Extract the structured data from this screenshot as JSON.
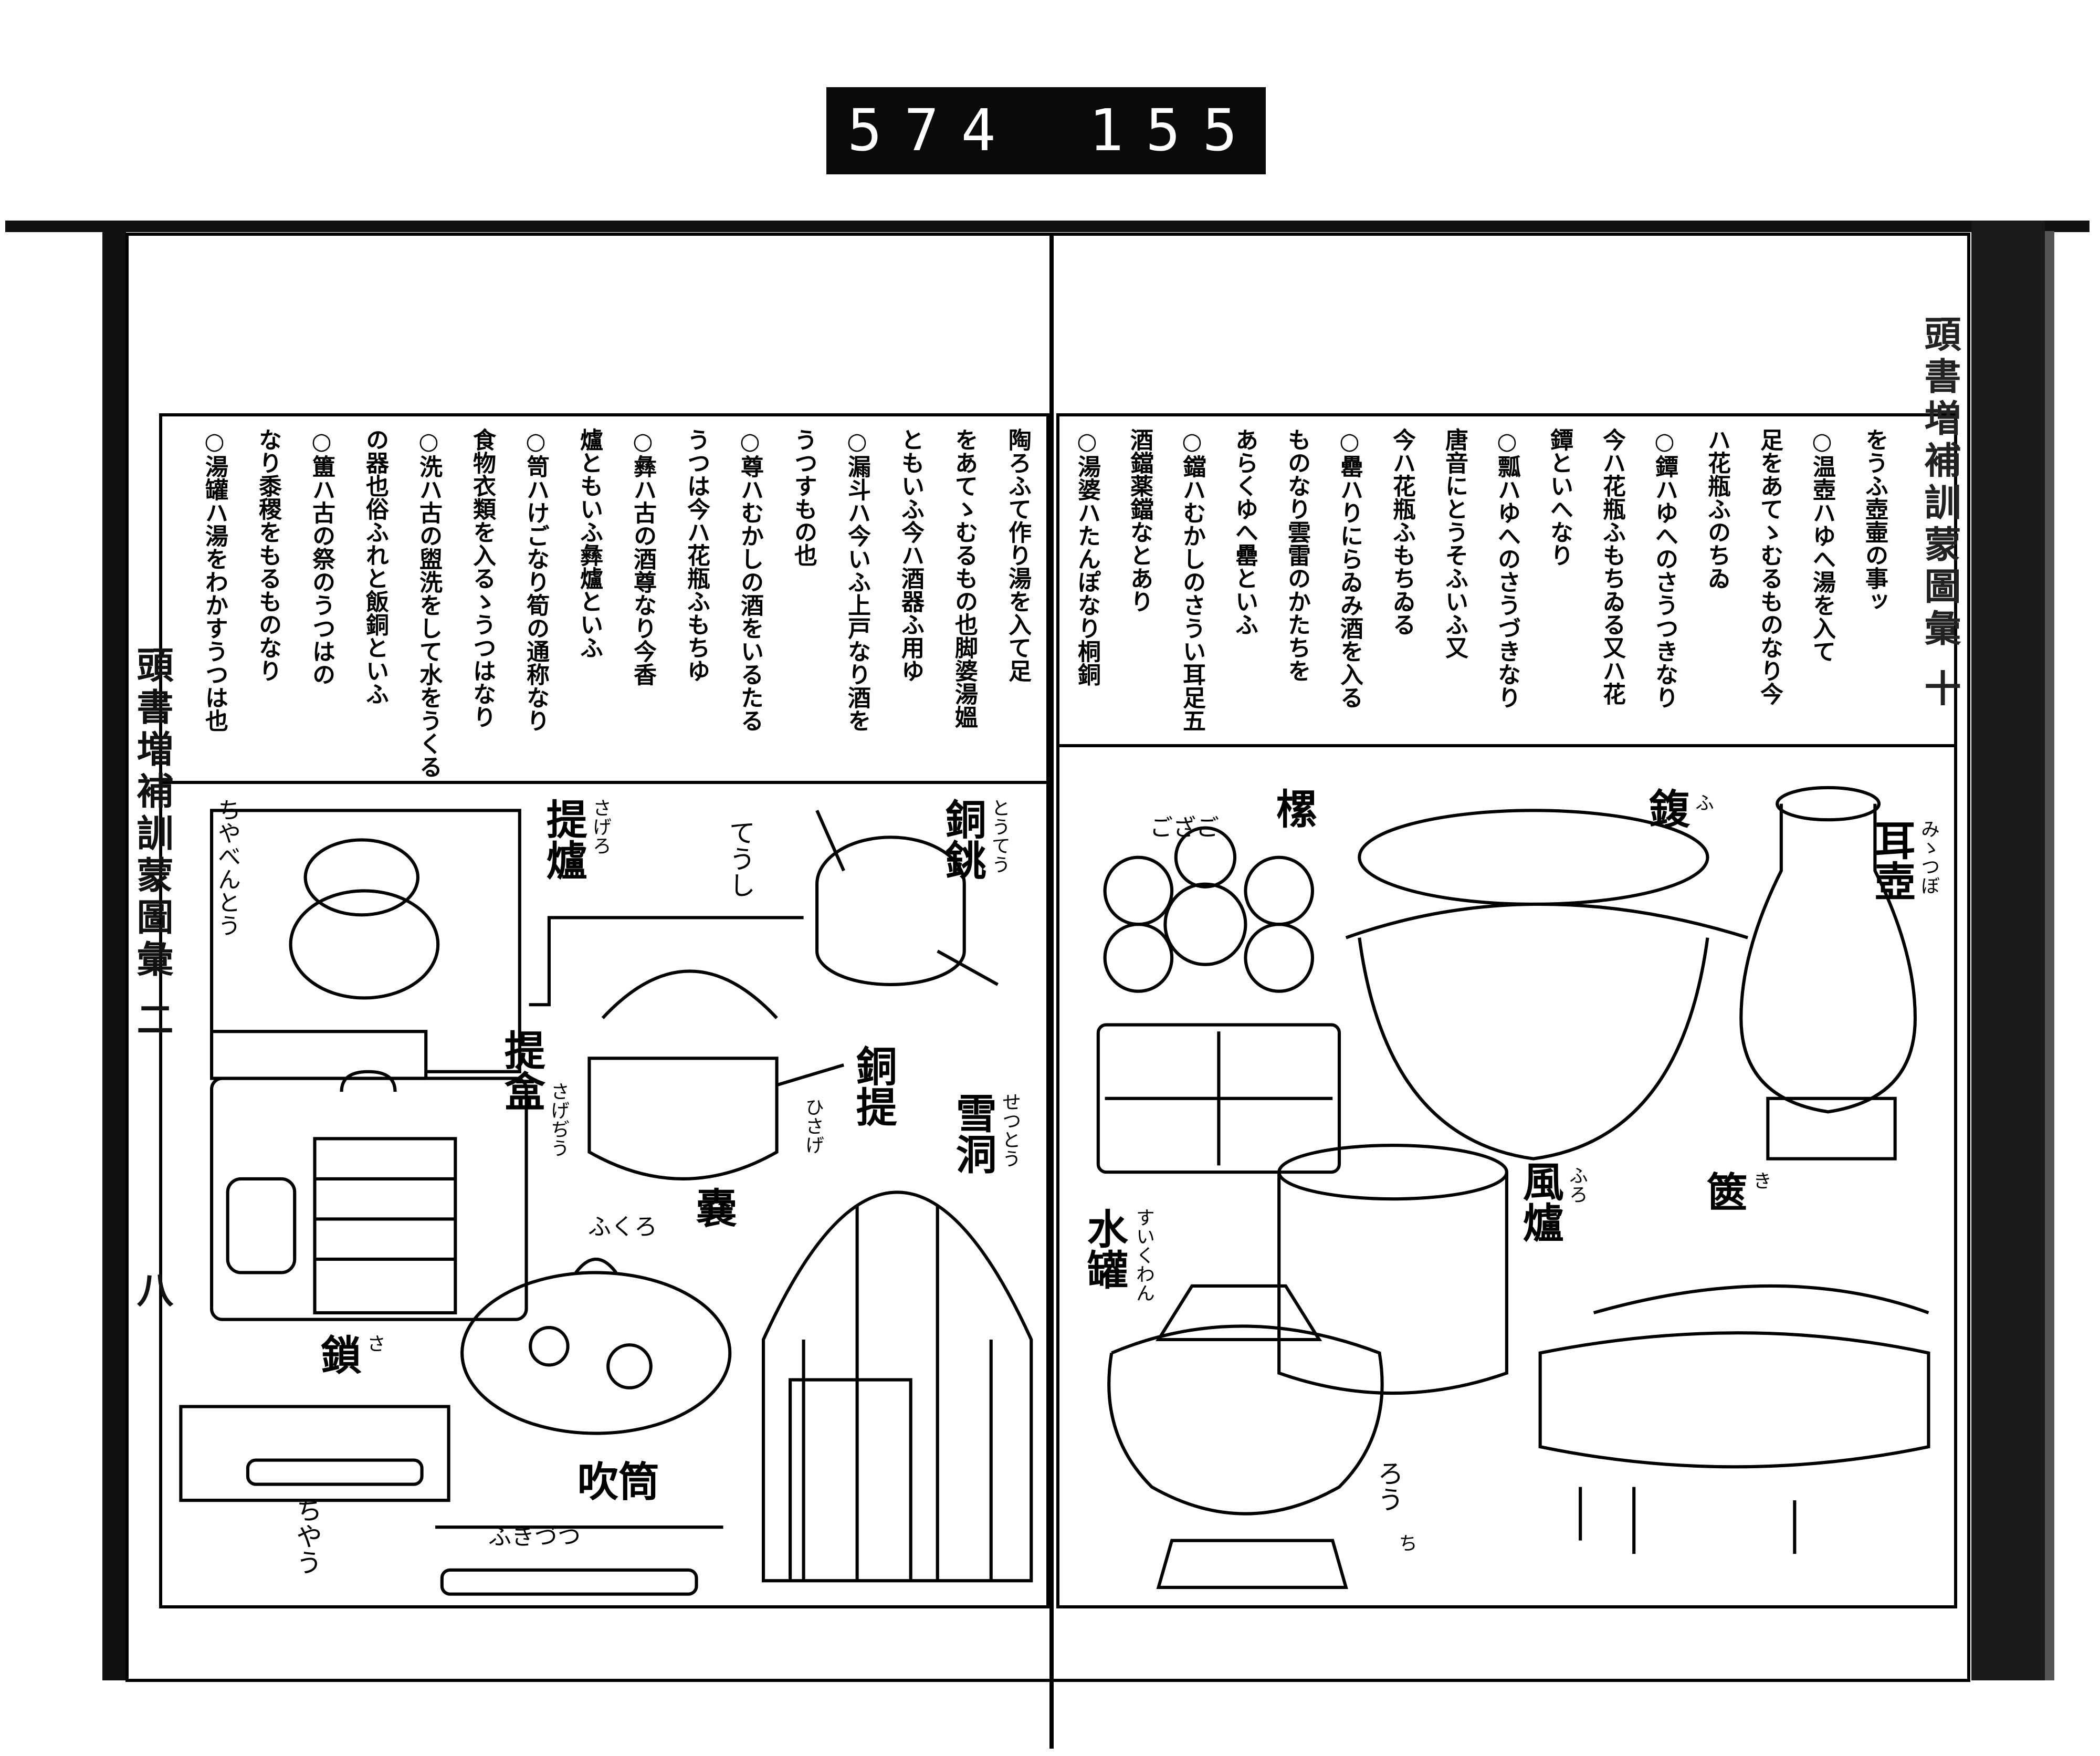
{
  "plate": {
    "left_number": "574",
    "right_number": "155."
  },
  "side_titles": {
    "left": "頭書増補訓蒙圖彙 二",
    "right": "頭書増補訓蒙圖彙 十",
    "page_mark": "八"
  },
  "right_page": {
    "columns": [
      "をうふ壺壷の事ッ",
      "○温壺ハゆへ湯を入て",
      "足をあてゝむるものなり今",
      "ハ花瓶ふのちゐ",
      "○鐔ハゆへのさうつきなり",
      "今ハ花瓶ふもちゐる又ハ花",
      "鐔といへなり",
      "○瓢ハゆへのさうづきなり",
      "唐音にとうそふいふ又",
      "今ハ花瓶ふもちゐる",
      "○罍ハりにらゐみ酒を入る",
      "ものなり雲雷のかたちを",
      "あらくゆへ罍といふ",
      "○鐺ハむかしのさうい耳足五",
      "酒鐺薬鐺なとあり",
      "○湯婆ハたんぽなり桐銅"
    ],
    "labels": [
      {
        "text": "耳壺",
        "reading": "みゝつぼ"
      },
      {
        "text": "鍑",
        "reading": "ふ"
      },
      {
        "text": "樏",
        "reading": "ござご"
      },
      {
        "text": "篋",
        "reading": "き"
      },
      {
        "text": "風爐",
        "reading": "ふろ"
      },
      {
        "text": "水罐",
        "reading": "すいくわん"
      },
      {
        "text": "ろう",
        "reading": "ち"
      }
    ]
  },
  "left_page": {
    "columns": [
      "陶ろふて作り湯を入て足",
      "をあてゝむるもの也脚婆湯媼",
      "ともいふ今ハ酒器ふ用ゆ",
      "○漏斗ハ今いふ上戸なり酒を",
      "うつすもの也",
      "○尊ハむかしの酒をいるたる",
      "うつは今ハ花瓶ふもちゆ",
      "○彝ハ古の酒尊なり今香",
      "爐ともいふ彝爐といふ",
      "○笥ハけごなり筍の通称なり",
      "食物衣類を入るゝうつはなり",
      "○洗ハ古の盥洗をして水をうくる",
      "の器也俗ふれと飯銅といふ",
      "○簠ハ古の祭のうつはの",
      "なり黍稷をもるものなり",
      "○湯罐ハ湯をわかすうつは也"
    ],
    "labels": [
      {
        "text": "銅銚",
        "reading": "とうてう"
      },
      {
        "text": "てうし",
        "reading": ""
      },
      {
        "text": "提爐",
        "reading": "さげろ"
      },
      {
        "text": "ちやべんとう",
        "reading": ""
      },
      {
        "text": "提盒",
        "reading": "さげぢう"
      },
      {
        "text": "銅提",
        "reading": "ひさげ"
      },
      {
        "text": "雪洞",
        "reading": "せつとう"
      },
      {
        "text": "嚢",
        "reading": "ふくろ"
      },
      {
        "text": "鎖",
        "reading": "さ"
      },
      {
        "text": "吹筒",
        "reading": "ふきづつ"
      },
      {
        "text": "ちやう",
        "reading": ""
      }
    ]
  }
}
